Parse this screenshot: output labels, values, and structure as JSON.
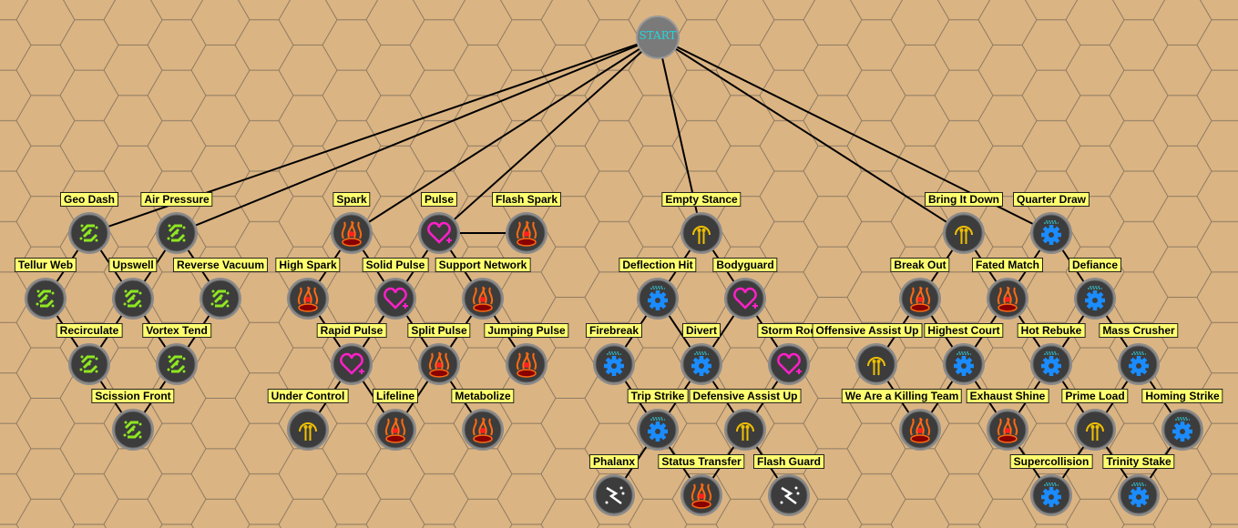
{
  "start": {
    "label": "START"
  },
  "colors": {
    "background": "#dbb483",
    "label_bg": "#ffff70",
    "node_fill": "#3c3c3c",
    "geo": "#8ee820",
    "fire": "#ff6a10",
    "heart": "#ff20c8",
    "pillar": "#f0c000",
    "gear": "#1a8cff",
    "start_text": "#22d8e0"
  },
  "nodes": [
    {
      "id": "geo_dash",
      "label": "Geo Dash",
      "icon": "geo-icon"
    },
    {
      "id": "air_pressure",
      "label": "Air Pressure",
      "icon": "geo-icon"
    },
    {
      "id": "tellur_web",
      "label": "Tellur Web",
      "icon": "geo-icon"
    },
    {
      "id": "upswell",
      "label": "Upswell",
      "icon": "geo-icon"
    },
    {
      "id": "reverse_vacuum",
      "label": "Reverse Vacuum",
      "icon": "geo-icon"
    },
    {
      "id": "recirculate",
      "label": "Recirculate",
      "icon": "geo-icon"
    },
    {
      "id": "vortex_tend",
      "label": "Vortex Tend",
      "icon": "geo-icon"
    },
    {
      "id": "scission_front",
      "label": "Scission Front",
      "icon": "geo-icon"
    },
    {
      "id": "spark",
      "label": "Spark",
      "icon": "fire-icon"
    },
    {
      "id": "pulse",
      "label": "Pulse",
      "icon": "heart-icon"
    },
    {
      "id": "flash_spark",
      "label": "Flash Spark",
      "icon": "fire-icon"
    },
    {
      "id": "high_spark",
      "label": "High Spark",
      "icon": "fire-icon"
    },
    {
      "id": "solid_pulse",
      "label": "Solid Pulse",
      "icon": "heart-icon"
    },
    {
      "id": "support_network",
      "label": "Support Network",
      "icon": "fire-icon"
    },
    {
      "id": "rapid_pulse",
      "label": "Rapid Pulse",
      "icon": "heart-icon"
    },
    {
      "id": "split_pulse",
      "label": "Split Pulse",
      "icon": "fire-icon"
    },
    {
      "id": "jumping_pulse",
      "label": "Jumping Pulse",
      "icon": "fire-icon"
    },
    {
      "id": "under_control",
      "label": "Under Control",
      "icon": "pillar-icon"
    },
    {
      "id": "lifeline",
      "label": "Lifeline",
      "icon": "fire-icon"
    },
    {
      "id": "metabolize",
      "label": "Metabolize",
      "icon": "fire-icon"
    },
    {
      "id": "empty_stance",
      "label": "Empty Stance",
      "icon": "pillar-icon"
    },
    {
      "id": "deflection_hit",
      "label": "Deflection Hit",
      "icon": "gear-icon"
    },
    {
      "id": "bodyguard",
      "label": "Bodyguard",
      "icon": "heart-icon"
    },
    {
      "id": "firebreak",
      "label": "Firebreak",
      "icon": "gear-icon"
    },
    {
      "id": "divert",
      "label": "Divert",
      "icon": "gear-icon"
    },
    {
      "id": "storm_rod",
      "label": "Storm Rod",
      "icon": "heart-icon"
    },
    {
      "id": "trip_strike",
      "label": "Trip Strike",
      "icon": "gear-icon"
    },
    {
      "id": "defensive_assist_up",
      "label": "Defensive Assist Up",
      "icon": "pillar-icon"
    },
    {
      "id": "phalanx",
      "label": "Phalanx",
      "icon": "lightning-icon"
    },
    {
      "id": "status_transfer",
      "label": "Status Transfer",
      "icon": "fire-icon"
    },
    {
      "id": "flash_guard",
      "label": "Flash Guard",
      "icon": "lightning-icon"
    },
    {
      "id": "bring_it_down",
      "label": "Bring It Down",
      "icon": "pillar-icon"
    },
    {
      "id": "quarter_draw",
      "label": "Quarter Draw",
      "icon": "gear-icon"
    },
    {
      "id": "break_out",
      "label": "Break Out",
      "icon": "fire-icon"
    },
    {
      "id": "fated_match",
      "label": "Fated Match",
      "icon": "fire-icon"
    },
    {
      "id": "defiance",
      "label": "Defiance",
      "icon": "gear-icon"
    },
    {
      "id": "offensive_assist_up",
      "label": "Offensive Assist Up",
      "icon": "pillar-icon"
    },
    {
      "id": "highest_court",
      "label": "Highest Court",
      "icon": "gear-icon"
    },
    {
      "id": "hot_rebuke",
      "label": "Hot Rebuke",
      "icon": "gear-icon"
    },
    {
      "id": "mass_crusher",
      "label": "Mass Crusher",
      "icon": "gear-icon"
    },
    {
      "id": "killing_team",
      "label": "We Are a Killing Team",
      "icon": "fire-icon"
    },
    {
      "id": "exhaust_shine",
      "label": "Exhaust Shine",
      "icon": "fire-icon"
    },
    {
      "id": "prime_load",
      "label": "Prime Load",
      "icon": "pillar-icon"
    },
    {
      "id": "homing_strike",
      "label": "Homing Strike",
      "icon": "gear-icon"
    },
    {
      "id": "supercollision",
      "label": "Supercollision",
      "icon": "gear-icon"
    },
    {
      "id": "trinity_stake",
      "label": "Trinity Stake",
      "icon": "gear-icon"
    }
  ],
  "edges": [
    [
      "start",
      "geo_dash"
    ],
    [
      "start",
      "air_pressure"
    ],
    [
      "start",
      "spark"
    ],
    [
      "start",
      "pulse"
    ],
    [
      "start",
      "empty_stance"
    ],
    [
      "start",
      "bring_it_down"
    ],
    [
      "start",
      "quarter_draw"
    ],
    [
      "pulse",
      "flash_spark"
    ],
    [
      "geo_dash",
      "tellur_web"
    ],
    [
      "geo_dash",
      "upswell"
    ],
    [
      "air_pressure",
      "upswell"
    ],
    [
      "air_pressure",
      "reverse_vacuum"
    ],
    [
      "tellur_web",
      "recirculate"
    ],
    [
      "upswell",
      "recirculate"
    ],
    [
      "upswell",
      "vortex_tend"
    ],
    [
      "reverse_vacuum",
      "vortex_tend"
    ],
    [
      "recirculate",
      "scission_front"
    ],
    [
      "vortex_tend",
      "scission_front"
    ],
    [
      "spark",
      "high_spark"
    ],
    [
      "spark",
      "solid_pulse"
    ],
    [
      "pulse",
      "solid_pulse"
    ],
    [
      "pulse",
      "support_network"
    ],
    [
      "high_spark",
      "rapid_pulse"
    ],
    [
      "solid_pulse",
      "rapid_pulse"
    ],
    [
      "solid_pulse",
      "split_pulse"
    ],
    [
      "support_network",
      "split_pulse"
    ],
    [
      "support_network",
      "jumping_pulse"
    ],
    [
      "rapid_pulse",
      "under_control"
    ],
    [
      "rapid_pulse",
      "lifeline"
    ],
    [
      "split_pulse",
      "lifeline"
    ],
    [
      "split_pulse",
      "metabolize"
    ],
    [
      "empty_stance",
      "deflection_hit"
    ],
    [
      "empty_stance",
      "bodyguard"
    ],
    [
      "deflection_hit",
      "firebreak"
    ],
    [
      "deflection_hit",
      "divert"
    ],
    [
      "bodyguard",
      "divert"
    ],
    [
      "bodyguard",
      "storm_rod"
    ],
    [
      "firebreak",
      "trip_strike"
    ],
    [
      "divert",
      "trip_strike"
    ],
    [
      "divert",
      "defensive_assist_up"
    ],
    [
      "storm_rod",
      "defensive_assist_up"
    ],
    [
      "trip_strike",
      "phalanx"
    ],
    [
      "trip_strike",
      "status_transfer"
    ],
    [
      "defensive_assist_up",
      "status_transfer"
    ],
    [
      "defensive_assist_up",
      "flash_guard"
    ],
    [
      "bring_it_down",
      "break_out"
    ],
    [
      "bring_it_down",
      "fated_match"
    ],
    [
      "quarter_draw",
      "fated_match"
    ],
    [
      "quarter_draw",
      "defiance"
    ],
    [
      "break_out",
      "offensive_assist_up"
    ],
    [
      "break_out",
      "highest_court"
    ],
    [
      "fated_match",
      "highest_court"
    ],
    [
      "fated_match",
      "hot_rebuke"
    ],
    [
      "defiance",
      "hot_rebuke"
    ],
    [
      "defiance",
      "mass_crusher"
    ],
    [
      "offensive_assist_up",
      "killing_team"
    ],
    [
      "highest_court",
      "killing_team"
    ],
    [
      "highest_court",
      "exhaust_shine"
    ],
    [
      "hot_rebuke",
      "exhaust_shine"
    ],
    [
      "hot_rebuke",
      "prime_load"
    ],
    [
      "mass_crusher",
      "prime_load"
    ],
    [
      "mass_crusher",
      "homing_strike"
    ],
    [
      "exhaust_shine",
      "supercollision"
    ],
    [
      "prime_load",
      "supercollision"
    ],
    [
      "prime_load",
      "trinity_stake"
    ],
    [
      "homing_strike",
      "trinity_stake"
    ]
  ]
}
